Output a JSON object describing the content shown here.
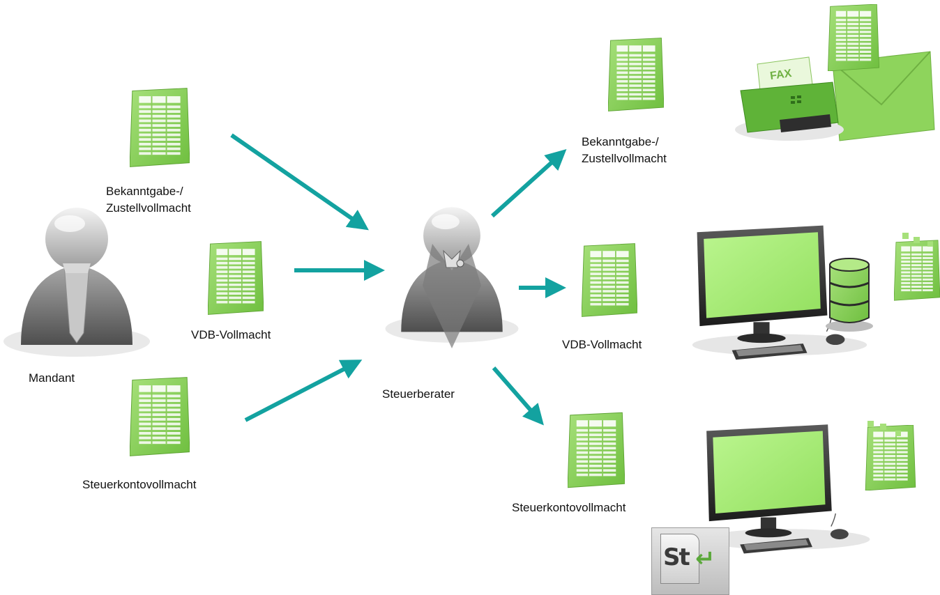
{
  "colors": {
    "arrow": "#13a2a0",
    "sheet": "#8fd25e",
    "screen": "#a8f07a"
  },
  "labels": {
    "mandant": "Mandant",
    "steuerberater": "Steuerberater",
    "left_bekanntgabe_1": "Bekanntgabe-/",
    "left_bekanntgabe_2": "Zustellvollmacht",
    "left_vdb": "VDB-Vollmacht",
    "left_steuerkonto": "Steuerkontovollmacht",
    "right_bekanntgabe_1": "Bekanntgabe-/",
    "right_bekanntgabe_2": "Zustellvollmacht",
    "right_vdb": "VDB-Vollmacht",
    "right_steuerkonto": "Steuerkontovollmacht"
  },
  "fax_label": "FAX",
  "st_icon_label": "St",
  "icons": [
    "person-mandant-icon",
    "person-steuerberater-icon",
    "form-sheet-icon",
    "fax-machine-icon",
    "envelope-icon",
    "computer-icon",
    "database-icon",
    "st-app-icon"
  ]
}
